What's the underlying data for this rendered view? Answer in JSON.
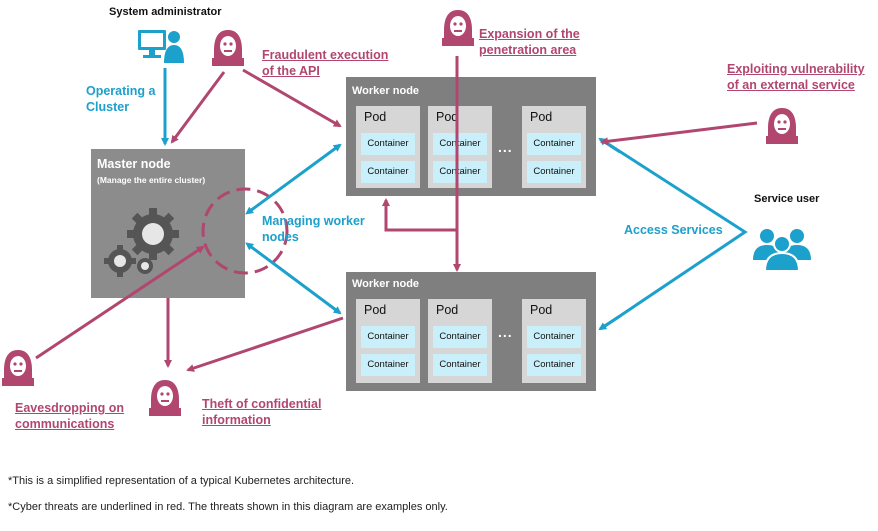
{
  "labels": {
    "sysadmin": "System administrator",
    "operating": "Operating a Cluster",
    "fraud": "Fraudulent execution of the API",
    "expansion": "Expansion of the penetration area",
    "exploit": "Exploiting vulnerability of an external service",
    "managing": "Managing worker nodes",
    "access": "Access Services",
    "service_user": "Service user",
    "eaves": "Eavesdropping on communications",
    "theft": "Theft of confidential information"
  },
  "master": {
    "title": "Master node",
    "subtitle": "(Manage the entire cluster)"
  },
  "worker1": {
    "title": "Worker node",
    "pods": [
      {
        "label": "Pod",
        "containers": [
          "Container",
          "Container"
        ]
      },
      {
        "label": "Pod",
        "containers": [
          "Container",
          "Container"
        ]
      },
      {
        "label": "Pod",
        "containers": [
          "Container",
          "Container"
        ]
      }
    ],
    "ellipsis": "..."
  },
  "worker2": {
    "title": "Worker node",
    "pods": [
      {
        "label": "Pod",
        "containers": [
          "Container",
          "Container"
        ]
      },
      {
        "label": "Pod",
        "containers": [
          "Container",
          "Container"
        ]
      },
      {
        "label": "Pod",
        "containers": [
          "Container",
          "Container"
        ]
      }
    ],
    "ellipsis": "..."
  },
  "notes": [
    "*This is a simplified representation of a typical Kubernetes architecture.",
    "*Cyber threats are underlined in red. The threats shown in this diagram are examples only."
  ],
  "colors": {
    "threat": "#b1466f",
    "blue": "#1ca0cc",
    "node_gray": "#7f7f7f",
    "container": "#c9f0fa"
  },
  "icons": [
    "admin-computer-icon",
    "hacker-icon",
    "gear-icon",
    "service-user-group-icon"
  ]
}
